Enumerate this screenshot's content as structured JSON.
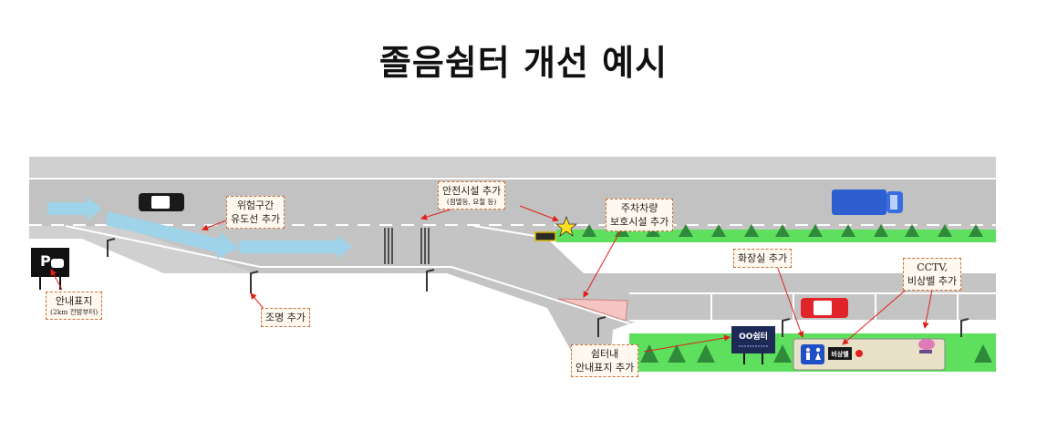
{
  "title": "졸음쉼터 개선 예시",
  "notes": {
    "hazard": {
      "line1": "위험구간",
      "line2": "유도선 추가"
    },
    "safety": {
      "line1": "안전시설 추가",
      "line2": "(점멸등, 요철 등)"
    },
    "vehicle_protect": {
      "line1": "주차차량",
      "line2": "보호시설 추가"
    },
    "restroom": {
      "line1": "화장실 추가"
    },
    "cctv": {
      "line1": "CCTV,",
      "line2": "비상벨 추가"
    },
    "guide_sign": {
      "line1": "안내표지",
      "line2": "(2km 전방부터)"
    },
    "lighting": {
      "line1": "조명 추가"
    },
    "inner_sign": {
      "line1": "쉼터내",
      "line2": "안내표지 추가"
    }
  },
  "signs": {
    "shelter_board": "OO쉼터",
    "emergency_bell": "비상벨",
    "parking_letter": "P"
  },
  "colors": {
    "road": "#c8c8c8",
    "shoulder": "#d6d6d6",
    "grass": "#5ee05e",
    "arrow": "#9fd3ea",
    "annotation": "#e0201a"
  },
  "icons": [
    "car-icon",
    "truck-icon",
    "parking-sign-icon",
    "street-lamp-icon",
    "tree-icon",
    "flashing-light-icon",
    "cctv-camera-icon",
    "restroom-icon"
  ]
}
